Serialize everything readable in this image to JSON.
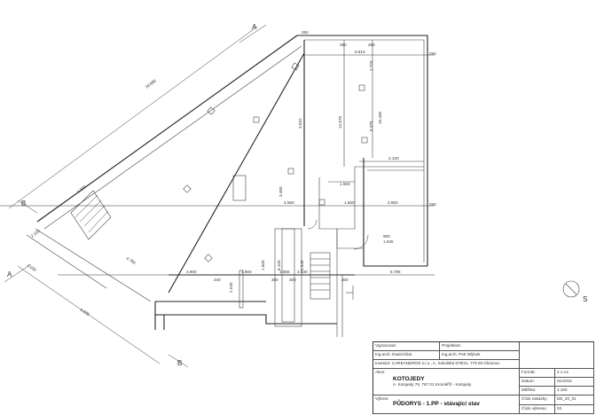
{
  "drawing": {
    "section_marks": [
      "A",
      "A",
      "B",
      "B"
    ],
    "north_label": "S",
    "dimensions": [
      "250",
      "250",
      "250",
      "6.819",
      "250",
      "3.532",
      "12.675",
      "10.430",
      "2.725",
      "5.375",
      "4.120",
      "3.480",
      "4.580",
      "1.550",
      "1.600",
      "3.950",
      "250",
      "900",
      "1.945",
      "3.900",
      "3.900",
      "1.555",
      "2.530",
      "5.785",
      "300",
      "300",
      "300",
      "240",
      "6.100",
      "2.545",
      "2.045",
      "1.505",
      "18.880",
      "4.780",
      "4.030",
      "6.636",
      "1.230",
      "2.150"
    ]
  },
  "title_block": {
    "drawn_by_label": "Vypracoval:",
    "drawn_by": "Ing.arch. David Kliat",
    "designer_label": "Projektant:",
    "designer": "Ing.arch. Petr Mlýnek",
    "investor": "Investor: CAREANDROS s.r.o., A. Sokolská 579/21, 779 00 Olomouc",
    "project_label": "Akce:",
    "project_name": "KOTOJEDY",
    "project_address": "A. Kotojedy 76, 767 01 Kroměříž - Kotojedy",
    "drawing_label": "Výkres:",
    "drawing_name": "PŮDORYS - 1.PP - stávající stav",
    "fields": [
      {
        "label": "Formát:",
        "value": "2 x A4"
      },
      {
        "label": "Datum:",
        "value": "01/2019"
      },
      {
        "label": "Měřítko:",
        "value": "1:100"
      },
      {
        "label": "Číslo zakázky:",
        "value": "DE_20_01"
      },
      {
        "label": "Číslo výkresu:",
        "value": "03"
      }
    ]
  }
}
